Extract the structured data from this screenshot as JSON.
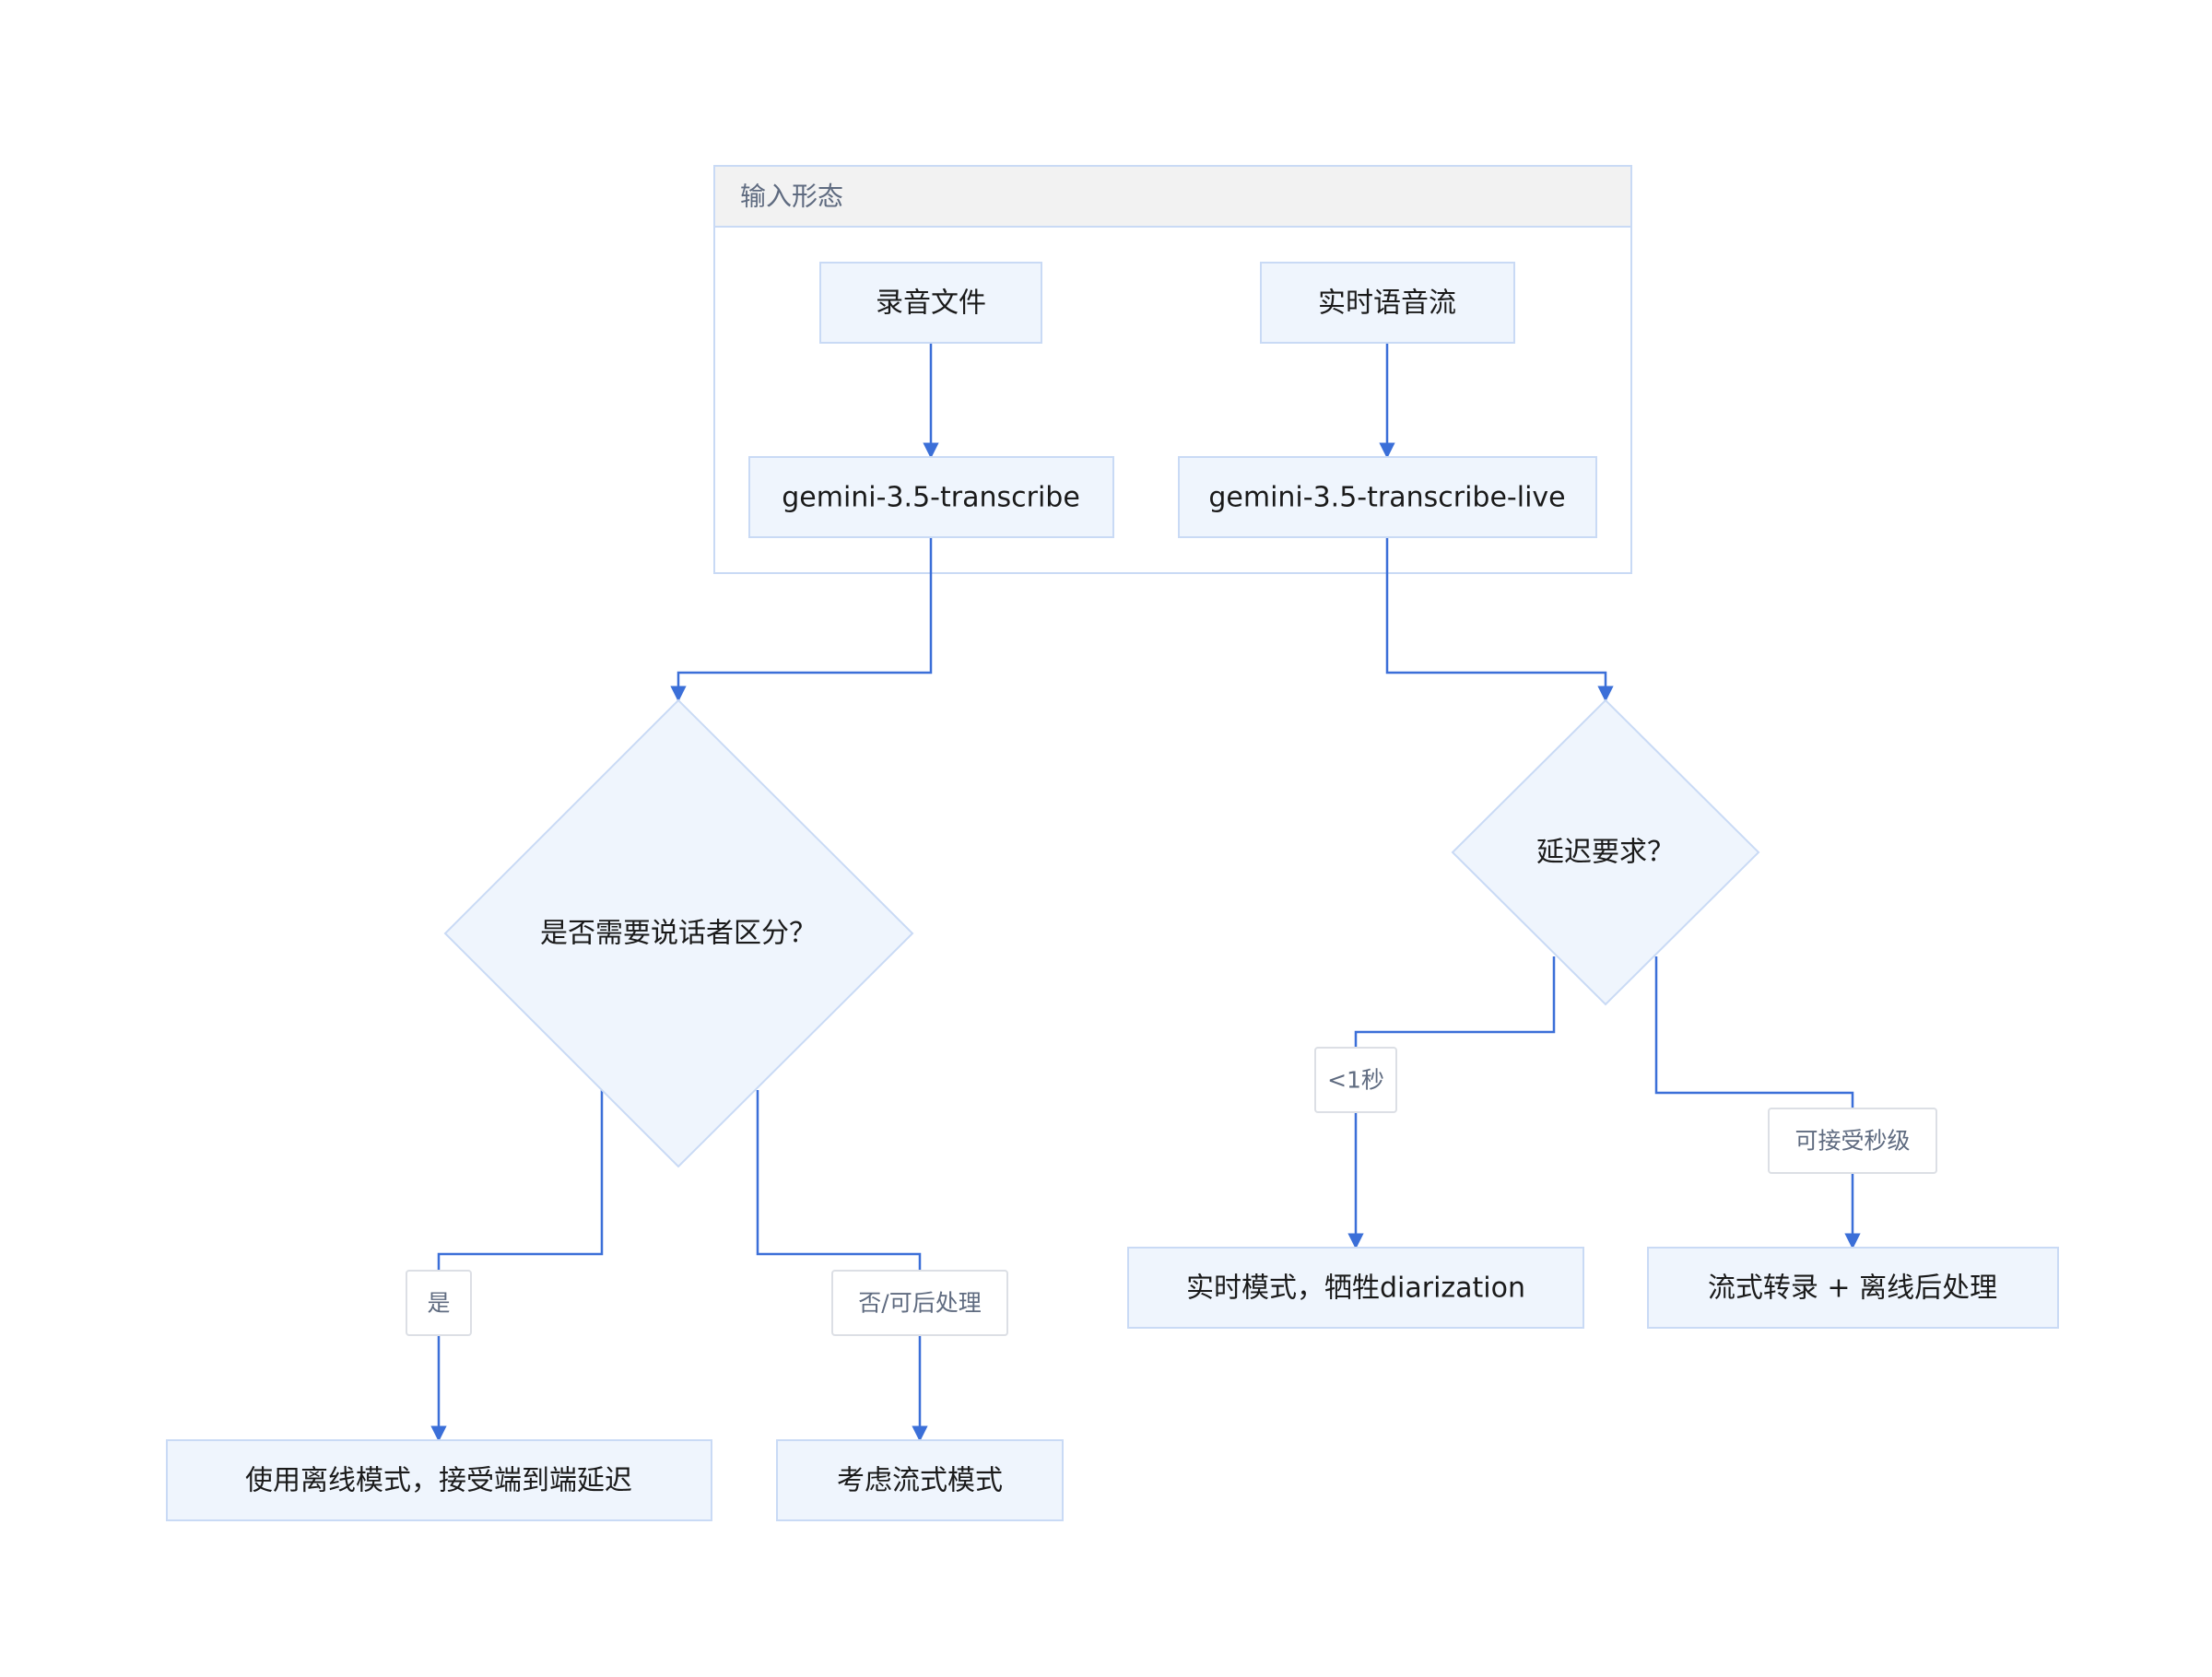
{
  "group": {
    "title": "输入形态"
  },
  "nodes": {
    "recording_file": "录音文件",
    "live_stream": "实时语音流",
    "model_offline": "gemini-3.5-transcribe",
    "model_live": "gemini-3.5-transcribe-live",
    "decision_diarization": "是否需要说话者区分？",
    "decision_latency": "延迟要求？",
    "result_offline": "使用离线模式，接受端到端延迟",
    "result_streaming": "考虑流式模式",
    "result_realtime": "实时模式，牺牲diarization",
    "result_hybrid": "流式转录 + 离线后处理"
  },
  "edge_labels": {
    "yes": "是",
    "no_later": "否/可后处理",
    "under_1s": "<1秒",
    "seconds_ok": "可接受秒级"
  },
  "colors": {
    "node_fill": "#eff5fd",
    "node_stroke": "#c9daf5",
    "edge": "#3b6fd8",
    "group_header": "#f2f2f2",
    "label_text": "#5f6b80"
  }
}
